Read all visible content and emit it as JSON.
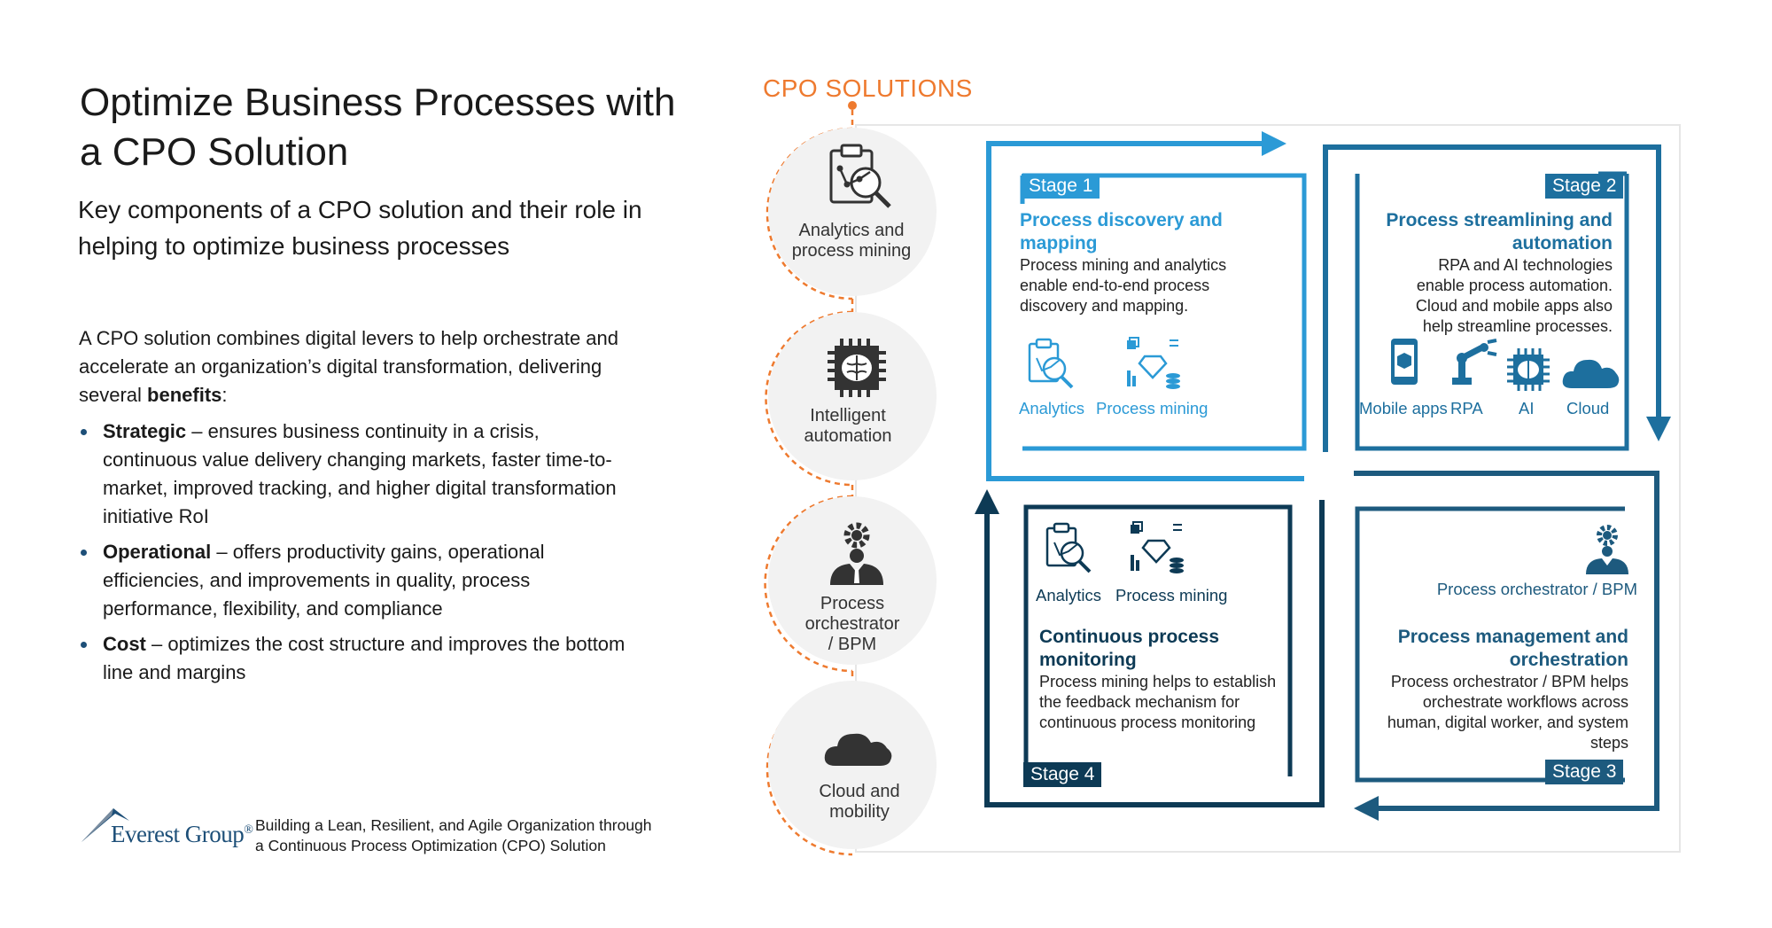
{
  "title": "Optimize Business Processes with a CPO Solution",
  "subtitle": "Key components of a CPO solution and their role in helping to optimize business processes",
  "intro": {
    "text": "A CPO solution combines digital levers to help orchestrate and accelerate an organization’s digital transformation, delivering several",
    "bold": "benefits",
    "end": ":"
  },
  "benefits": [
    {
      "name": "Strategic",
      "text": " – ensures business continuity in a crisis, continuous value delivery changing markets, faster time-to-market, improved tracking, and higher digital transformation initiative RoI"
    },
    {
      "name": "Operational",
      "text": " – offers productivity gains, operational efficiencies, and improvements in quality, process performance, flexibility, and compliance"
    },
    {
      "name": "Cost",
      "text": " – optimizes the cost structure and improves the bottom line and margins"
    }
  ],
  "footer": {
    "logo_name": "Everest Group",
    "logo_mark": "®",
    "line1": "Building a Lean, Resilient, and Agile Organization through",
    "line2": "a Continuous Process Optimization (CPO) Solution"
  },
  "cpo_heading": "CPO SOLUTIONS",
  "components": [
    {
      "label1": "Analytics and",
      "label2": "process mining",
      "label3": "",
      "icon": "clipboard-analytics-icon"
    },
    {
      "label1": "Intelligent",
      "label2": "automation",
      "label3": "",
      "icon": "chip-brain-icon"
    },
    {
      "label1": "Process",
      "label2": "orchestrator",
      "label3": "/ BPM",
      "icon": "orchestrator-person-icon"
    },
    {
      "label1": "Cloud and",
      "label2": "mobility",
      "label3": "",
      "icon": "cloud-icon"
    }
  ],
  "stages": {
    "s1": {
      "tag": "Stage 1",
      "head1": "Process discovery and",
      "head2": "mapping",
      "body": [
        "Process mining and analytics",
        "enable end-to-end process",
        "discovery and mapping."
      ],
      "icons": [
        {
          "label": "Analytics"
        },
        {
          "label": "Process mining"
        }
      ]
    },
    "s2": {
      "tag": "Stage 2",
      "head1": "Process streamlining and",
      "head2": "automation",
      "body": [
        "RPA and AI technologies",
        "enable process automation.",
        "Cloud and mobile apps also",
        "help streamline processes."
      ],
      "icons": [
        {
          "label": "Mobile apps"
        },
        {
          "label": "RPA"
        },
        {
          "label": "AI"
        },
        {
          "label": "Cloud"
        }
      ]
    },
    "s3": {
      "tag": "Stage 3",
      "head1": "Process management and",
      "head2": "orchestration",
      "body": [
        "Process orchestrator / BPM helps",
        "orchestrate workflows across",
        "human, digital worker, and system",
        "steps"
      ],
      "icons": [
        {
          "label": "Process orchestrator / BPM"
        }
      ]
    },
    "s4": {
      "tag": "Stage 4",
      "head1": "Continuous process",
      "head2": "monitoring",
      "body": [
        "Process mining helps to establish",
        "the feedback mechanism for",
        "continuous process monitoring"
      ],
      "icons": [
        {
          "label": "Analytics"
        },
        {
          "label": "Process mining"
        }
      ]
    }
  },
  "colors": {
    "stage1": "#2b9ad6",
    "stage2": "#1d6f9e",
    "stage3": "#1d5a7e",
    "stage4": "#0d3a55",
    "accent": "#ee7a2f",
    "bullet": "#1d4f78"
  }
}
